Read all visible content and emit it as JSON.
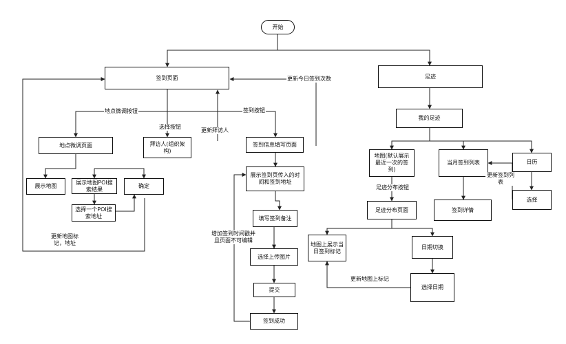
{
  "nodes": {
    "start": "开始",
    "checkin_page": "签到页面",
    "footprint": "足迹",
    "my_footprint": "我的足迹",
    "location_fine_tune_page": "地点微调页面",
    "visitor": "拜访人(组织架构)",
    "checkin_info_page": "签到信息填写页面",
    "show_map": "展示地图",
    "show_poi_results": "展示地图POI搜索结果",
    "confirm": "确定",
    "select_poi": "选择一个POI搜索地址",
    "show_time_address": "展示签到页传入的时间和签到地址",
    "fill_note": "填写签到备注",
    "upload_image": "选择上传图片",
    "submit": "提交",
    "success": "签到成功",
    "map_default": "地图(默认展示最近一次的签到)",
    "month_list": "当月签到列表",
    "calendar": "日历",
    "distribution_page": "足迹分布页面",
    "checkin_detail": "签到详情",
    "select": "选择",
    "map_marker": "地图上展示当日签到标记",
    "date_switch": "日期切换",
    "select_date": "选择日期"
  },
  "edge_labels": {
    "update_count": "更新今日签到次数",
    "location_button": "地点微调按钮",
    "checkin_button": "签到按钮",
    "select_button": "选择按钮",
    "update_visitor": "更新拜访人",
    "update_marker_address": "更新地图标记，地址",
    "add_time": "增加签到时间戳并且页面不可编辑",
    "distribution_button": "足迹分布按钮",
    "update_checkin_list": "更新签到列表",
    "update_map_marker": "更新地图上标记"
  }
}
